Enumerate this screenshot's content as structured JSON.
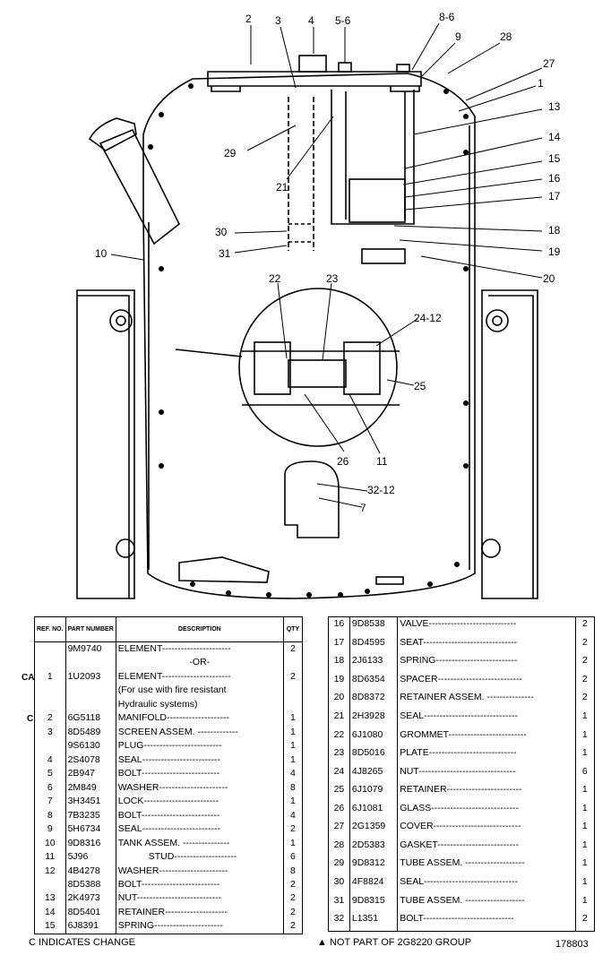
{
  "callouts": [
    "2",
    "3",
    "4",
    "5-6",
    "8-6",
    "9",
    "28",
    "27",
    "1",
    "13",
    "14",
    "15",
    "16",
    "17",
    "18",
    "19",
    "20",
    "29",
    "21",
    "30",
    "31",
    "10",
    "22",
    "23",
    "24-12",
    "25",
    "26",
    "11",
    "32-12",
    "7"
  ],
  "left_table": {
    "headers": [
      "REF. NO.",
      "PART NUMBER",
      "DESCRIPTION",
      "QTY"
    ],
    "rows": [
      {
        "ref": "",
        "part": "9M9740",
        "desc": "ELEMENT----------------------",
        "qty": "2"
      },
      {
        "ref": "",
        "part": "",
        "desc": "-OR-",
        "qty": ""
      },
      {
        "ref": "1",
        "part": "1U2093",
        "desc": "ELEMENT----------------------",
        "qty": "2"
      },
      {
        "ref": "",
        "part": "",
        "desc": "(For use with fire resistant",
        "qty": ""
      },
      {
        "ref": "",
        "part": "",
        "desc": "Hydraulic systems)",
        "qty": ""
      },
      {
        "ref": "2",
        "part": "6G5118",
        "desc": "MANIFOLD--------------------",
        "qty": "1"
      },
      {
        "ref": "3",
        "part": "8D5489",
        "desc": "SCREEN ASSEM. -------------",
        "qty": "1"
      },
      {
        "ref": "",
        "part": "9S6130",
        "desc": "PLUG-------------------------",
        "qty": "1"
      },
      {
        "ref": "4",
        "part": "2S4078",
        "desc": "SEAL-------------------------",
        "qty": "1"
      },
      {
        "ref": "5",
        "part": "2B947",
        "desc": "BOLT-------------------------",
        "qty": "4"
      },
      {
        "ref": "6",
        "part": "2M849",
        "desc": "WASHER----------------------",
        "qty": "8"
      },
      {
        "ref": "7",
        "part": "3H3451",
        "desc": "LOCK------------------------",
        "qty": "1"
      },
      {
        "ref": "8",
        "part": "7B3235",
        "desc": "BOLT-------------------------",
        "qty": "4"
      },
      {
        "ref": "9",
        "part": "5H6734",
        "desc": "SEAL-------------------------",
        "qty": "2"
      },
      {
        "ref": "10",
        "part": "9D8316",
        "desc": "TANK ASSEM. ---------------",
        "qty": "1"
      },
      {
        "ref": "11",
        "part": "5J96",
        "desc": "STUD--------------------",
        "qty": "6"
      },
      {
        "ref": "12",
        "part": "4B4278",
        "desc": "WASHER----------------------",
        "qty": "8"
      },
      {
        "ref": "",
        "part": "8D5388",
        "desc": "BOLT-------------------------",
        "qty": "2"
      },
      {
        "ref": "13",
        "part": "2K4973",
        "desc": "NUT---------------------------",
        "qty": "2"
      },
      {
        "ref": "14",
        "part": "8D5401",
        "desc": "RETAINER--------------------",
        "qty": "2"
      },
      {
        "ref": "15",
        "part": "6J8391",
        "desc": "SPRING----------------------",
        "qty": "2"
      }
    ],
    "margin_marks": [
      "CA",
      "C"
    ]
  },
  "right_table": {
    "rows": [
      {
        "ref": "16",
        "part": "9D8538",
        "desc": "VALVE----------------------------",
        "qty": "2"
      },
      {
        "ref": "17",
        "part": "8D4595",
        "desc": "SEAT------------------------------",
        "qty": "2"
      },
      {
        "ref": "18",
        "part": "2J6133",
        "desc": "SPRING--------------------------",
        "qty": "2"
      },
      {
        "ref": "19",
        "part": "8D6354",
        "desc": "SPACER---------------------------",
        "qty": "2"
      },
      {
        "ref": "20",
        "part": "8D8372",
        "desc": "RETAINER ASSEM. ---------------",
        "qty": "2"
      },
      {
        "ref": "21",
        "part": "2H3928",
        "desc": "SEAL------------------------------",
        "qty": "1"
      },
      {
        "ref": "22",
        "part": "6J1080",
        "desc": "GROMMET-------------------------",
        "qty": "1"
      },
      {
        "ref": "23",
        "part": "8D5016",
        "desc": "PLATE----------------------------",
        "qty": "1"
      },
      {
        "ref": "24",
        "part": "4J8265",
        "desc": "NUT-------------------------------",
        "qty": "6"
      },
      {
        "ref": "25",
        "part": "6J1079",
        "desc": "RETAINER------------------------",
        "qty": "1"
      },
      {
        "ref": "26",
        "part": "6J1081",
        "desc": "GLASS----------------------------",
        "qty": "1"
      },
      {
        "ref": "27",
        "part": "2G1359",
        "desc": "COVER----------------------------",
        "qty": "1"
      },
      {
        "ref": "28",
        "part": "2D5383",
        "desc": "GASKET--------------------------",
        "qty": "1"
      },
      {
        "ref": "29",
        "part": "9D8312",
        "desc": "TUBE ASSEM. -------------------",
        "qty": "1"
      },
      {
        "ref": "30",
        "part": "4F8824",
        "desc": "SEAL------------------------------",
        "qty": "1"
      },
      {
        "ref": "31",
        "part": "9D8315",
        "desc": "TUBE ASSEM. -------------------",
        "qty": "1"
      },
      {
        "ref": "32",
        "part": "L1351",
        "desc": "BOLT-----------------------------",
        "qty": "2"
      }
    ]
  },
  "footer": {
    "left": "C INDICATES CHANGE",
    "middle": "▲ NOT PART OF 2G8220 GROUP",
    "right": "178803"
  }
}
